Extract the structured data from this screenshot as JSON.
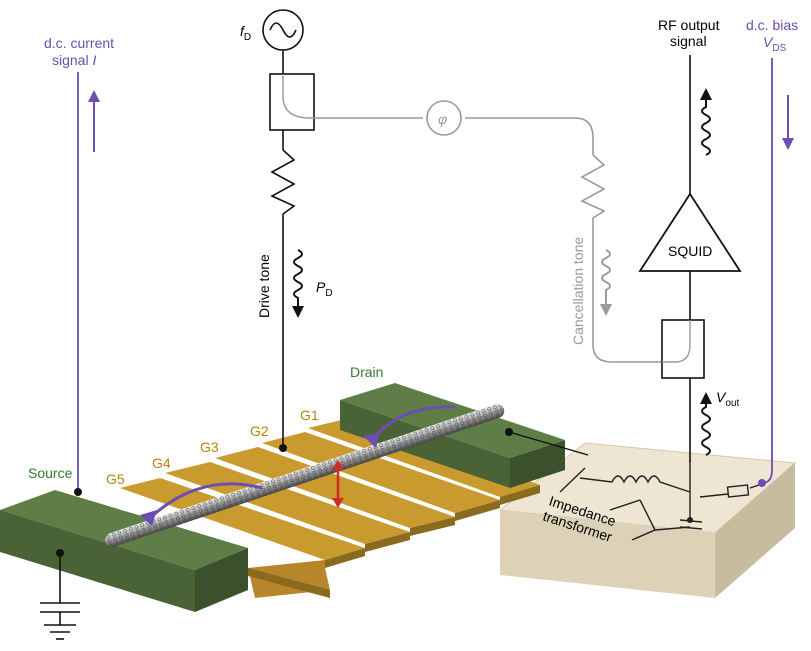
{
  "labels": {
    "dc_current_line1": "d.c. current",
    "dc_current_line2": "signal",
    "dc_current_var": "I",
    "drive_freq_var": "f",
    "drive_freq_sub": "D",
    "phase_symbol": "φ",
    "drive_tone": "Drive tone",
    "drive_power_var": "P",
    "drive_power_sub": "D",
    "rf_output_line1": "RF output",
    "rf_output_line2": "signal",
    "dc_bias_line1": "d.c. bias",
    "dc_bias_var": "V",
    "dc_bias_sub": "DS",
    "cancellation_tone": "Cancellation tone",
    "squid": "SQUID",
    "vout_var": "V",
    "vout_sub": "out",
    "impedance_line1": "Impedance",
    "impedance_line2": "transformer",
    "drain": "Drain",
    "source": "Source",
    "gates": [
      "G1",
      "G2",
      "G3",
      "G4",
      "G5"
    ]
  },
  "colors": {
    "purple": "#6a4fb0",
    "green_label": "#2e7d32",
    "gold_label": "#b8860b",
    "gate_gold": "#c99a2e",
    "electrode_green": "#4e6a3a",
    "transformer_beige": "#e6dcc4",
    "cancellation_gray": "#9a9a9a",
    "arrow_red": "#d12b2b"
  }
}
